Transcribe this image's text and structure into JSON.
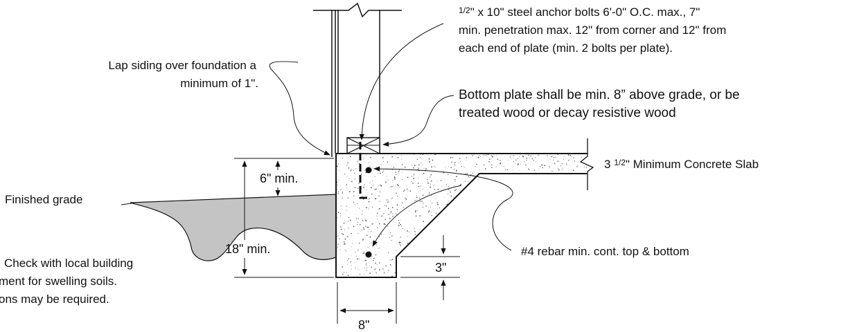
{
  "diagram": {
    "labels": {
      "anchor_bolts": {
        "line1_frac": "1/2",
        "line1_rest": "\" x 10\" steel anchor bolts 6'-0\" O.C. max., 7\"",
        "line2": "min. penetration max. 12\" from corner and 12\" from",
        "line3": "each end of plate (min. 2 bolts per plate)."
      },
      "lap_siding": {
        "line1": "Lap siding over foundation a",
        "line2": "minimum of 1\"."
      },
      "bottom_plate": {
        "line1": "Bottom plate shall be min. 8” above grade, or be",
        "line2": "treated wood or decay resistive wood"
      },
      "slab": {
        "prefix": "3 ",
        "frac": "1/2",
        "suffix": "\" Minimum Concrete Slab"
      },
      "finished_grade": "Finished grade",
      "swelling_soils": {
        "line1": "Check with local building",
        "line2": "ment for swelling soils.",
        "line3": "ons may be required."
      },
      "rebar": "#4 rebar min. cont. top & bottom"
    },
    "dimensions": {
      "six_min": "6\" min.",
      "eighteen_min": "18\" min.",
      "three": "3\"",
      "eight": "8\""
    },
    "colors": {
      "line": "#111111",
      "soil": "#c4c4c4",
      "concrete_speckle": "#555555",
      "background": "#ffffff"
    }
  }
}
